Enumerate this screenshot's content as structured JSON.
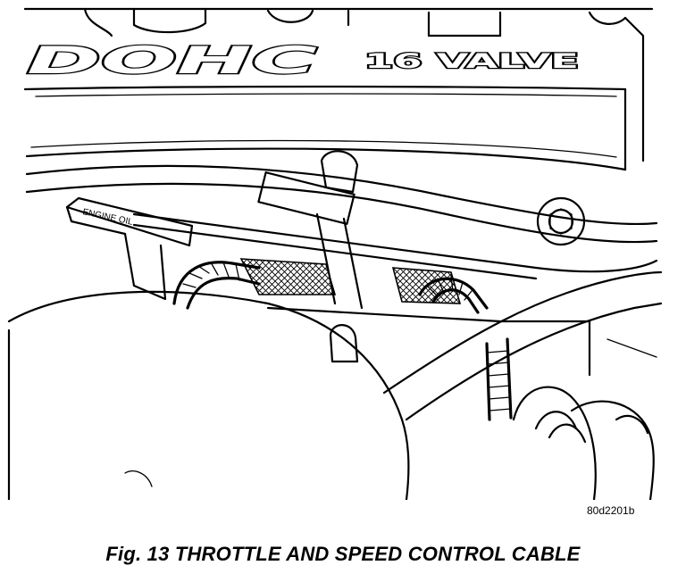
{
  "figure": {
    "cover_text_left": "DOHC",
    "cover_text_right": "16 VALVE",
    "dipstick_label": "ENGINE OIL",
    "reference_code": "80d2201b",
    "caption": "Fig. 13 THROTTLE AND SPEED CONTROL CABLE"
  }
}
